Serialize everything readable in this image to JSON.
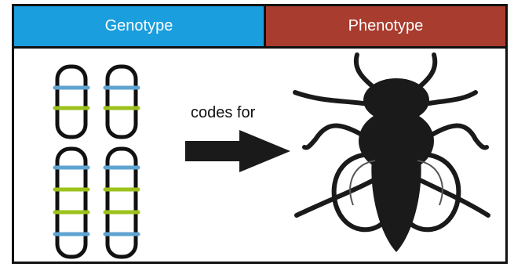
{
  "header": {
    "genotype_label": "Genotype",
    "phenotype_label": "Phenotype"
  },
  "arrow_label": "codes for",
  "colors": {
    "genotype_header": "#1a9ede",
    "phenotype_header": "#a83c2e",
    "band_blue": "#5fa3d1",
    "band_green": "#9dc21c",
    "fly": "#1a1a1a",
    "outline": "#111111"
  },
  "icons": {
    "chromosomes": "chromosome-pair-icon",
    "arrow": "arrow-right-icon",
    "fly": "fly-silhouette-icon"
  }
}
